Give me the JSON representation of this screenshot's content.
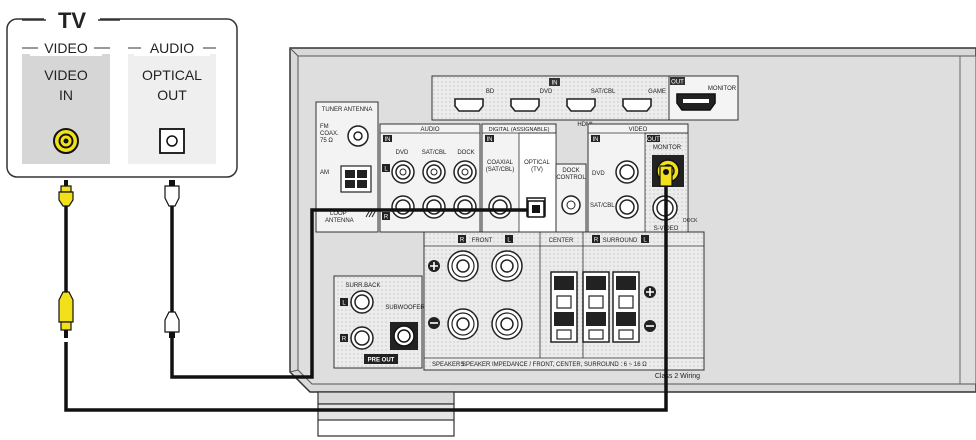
{
  "tv": {
    "title": "TV",
    "video_group": "VIDEO",
    "audio_group": "AUDIO",
    "video_in_line1": "VIDEO",
    "video_in_line2": "IN",
    "optical_out_line1": "OPTICAL",
    "optical_out_line2": "OUT"
  },
  "receiver": {
    "tuner_antenna": "TUNER ANTENNA",
    "fm_line1": "FM",
    "fm_line2": "COAX.",
    "fm_line3": "75 Ω",
    "am": "AM",
    "loop_line1": "LOOP",
    "loop_line2": "ANTENNA",
    "audio_group": "AUDIO",
    "audio_dvd": "DVD",
    "audio_satcbl": "SAT/CBL",
    "audio_dock": "DOCK",
    "in_badge": "IN",
    "out_badge": "OUT",
    "l_badge": "L",
    "r_badge": "R",
    "digital_group": "DIGITAL (ASSIGNABLE)",
    "coaxial_line1": "COAXIAL",
    "coaxial_line2": "(SAT/CBL)",
    "optical_line1": "OPTICAL",
    "optical_line2": "(TV)",
    "dock_line1": "DOCK",
    "dock_line2": "CONTROL",
    "video_group": "VIDEO",
    "video_dvd": "DVD",
    "video_satcbl": "SAT/CBL",
    "monitor": "MONITOR",
    "svideo": "S-VIDEO",
    "dock_side": "DOCK",
    "hdmi_group": "HDMI",
    "hdmi_bd": "BD",
    "hdmi_dvd": "DVD",
    "hdmi_satcbl": "SAT/CBL",
    "hdmi_game": "GAME",
    "hdmi_monitor": "MONITOR",
    "front": "FRONT",
    "center": "CENTER",
    "surround": "SURROUND",
    "surr_back": "SURR.BACK",
    "subwoofer": "SUBWOOFER",
    "pre_out": "PRE OUT",
    "speakers": "SPEAKERS",
    "impedance": "SPEAKER IMPEDANCE / FRONT, CENTER, SURROUND : 6 ~ 16 Ω",
    "class2": "Class 2 Wiring"
  },
  "colors": {
    "panel": "#e8e8e8",
    "chassis": "#d9d9d9",
    "cable": "#111111",
    "plug_yellow": "#f2e11a"
  }
}
